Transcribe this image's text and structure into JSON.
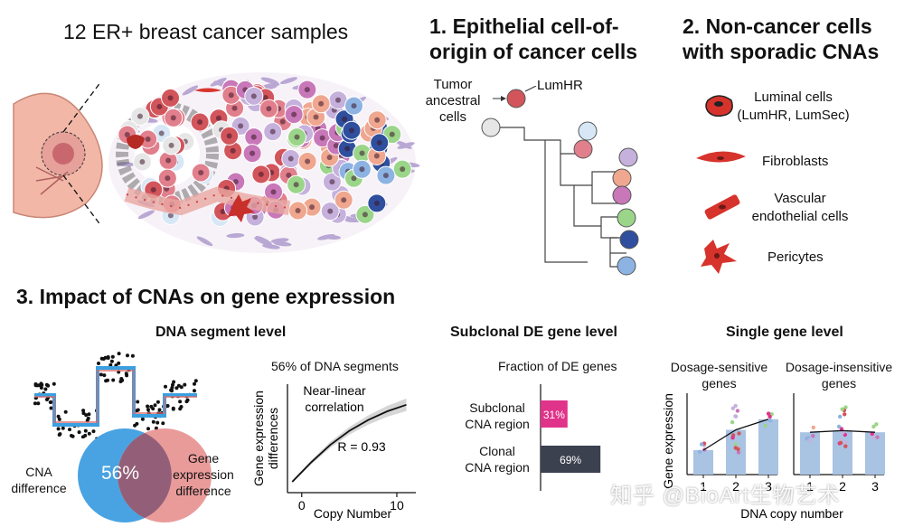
{
  "header": {
    "samples_title": "12 ER+ breast cancer samples",
    "panel1_title_line1": "1. Epithelial cell-of-",
    "panel1_title_line2": "origin of cancer cells",
    "panel2_title_line1": "2. Non-cancer cells",
    "panel2_title_line2": "with sporadic CNAs",
    "panel3_title": "3. Impact of CNAs on gene expression"
  },
  "tree": {
    "ancestral_label_line1": "Tumor",
    "ancestral_label_line2": "ancestral",
    "ancestral_label_line3": "cells",
    "lumhr_label": "LumHR"
  },
  "noncancer": {
    "luminal_line1": "Luminal cells",
    "luminal_line2": "(LumHR, LumSec)",
    "fibroblasts": "Fibroblasts",
    "vascular_line1": "Vascular",
    "vascular_line2": "endothelial cells",
    "pericytes": "Pericytes"
  },
  "dna_segment": {
    "header": "DNA segment level",
    "venn_left": "CNA\ndifference",
    "venn_center": "56%",
    "venn_right_line1": "Gene",
    "venn_right_line2": "expression",
    "venn_right_line3": "difference",
    "plot_title": "56% of DNA segments",
    "annotation_line1": "Near-linear",
    "annotation_line2": "correlation",
    "r_value": "R = 0.93",
    "ylabel_line1": "Gene expression",
    "ylabel_line2": "differences",
    "xlabel": "Copy Number"
  },
  "subclonal": {
    "header": "Subclonal DE gene level",
    "plot_title": "Fraction of DE genes",
    "row1_line1": "Subclonal",
    "row1_line2": "CNA region",
    "row2_line1": "Clonal",
    "row2_line2": "CNA region"
  },
  "single_gene": {
    "header": "Single gene level",
    "left_title_line1": "Dosage-sensitive",
    "left_title_line2": "genes",
    "right_title_line1": "Dosage-insensitive",
    "right_title_line2": "genes",
    "ylabel": "Gene expression",
    "xlabel": "DNA copy number",
    "left_ticks": [
      "1",
      "2",
      "3"
    ],
    "right_ticks": [
      "1",
      "2",
      "3"
    ]
  },
  "watermark": "知乎 @BioArt生物艺术",
  "chart_data": [
    {
      "type": "line",
      "title": "56% of DNA segments",
      "xlabel": "Copy Number",
      "ylabel": "Gene expression differences",
      "x_ticks": [
        "0",
        "10"
      ],
      "series": [
        {
          "x": [
            -1,
            1,
            3,
            5,
            7,
            9,
            11
          ],
          "y": [
            0.1,
            0.28,
            0.44,
            0.57,
            0.67,
            0.75,
            0.81
          ]
        }
      ],
      "xlim": [
        -1.5,
        12
      ],
      "ylim": [
        0,
        1
      ],
      "annotations": [
        "Near-linear correlation",
        "R = 0.93"
      ]
    },
    {
      "type": "bar",
      "orientation": "horizontal",
      "title": "Fraction of DE genes",
      "categories": [
        "Subclonal CNA region",
        "Clonal CNA region"
      ],
      "values": [
        31,
        69
      ],
      "value_labels": [
        "31%",
        "69%"
      ],
      "colors": [
        "#e0338a",
        "#3c4150"
      ],
      "xlim": [
        0,
        100
      ]
    },
    {
      "type": "bar",
      "title": "Dosage-sensitive genes",
      "categories": [
        "1",
        "2",
        "3"
      ],
      "values": [
        0.3,
        0.55,
        0.68
      ],
      "ylim": [
        0,
        1
      ]
    },
    {
      "type": "bar",
      "title": "Dosage-insensitive genes",
      "categories": [
        "1",
        "2",
        "3"
      ],
      "values": [
        0.52,
        0.54,
        0.52
      ],
      "ylim": [
        0,
        1
      ]
    }
  ]
}
